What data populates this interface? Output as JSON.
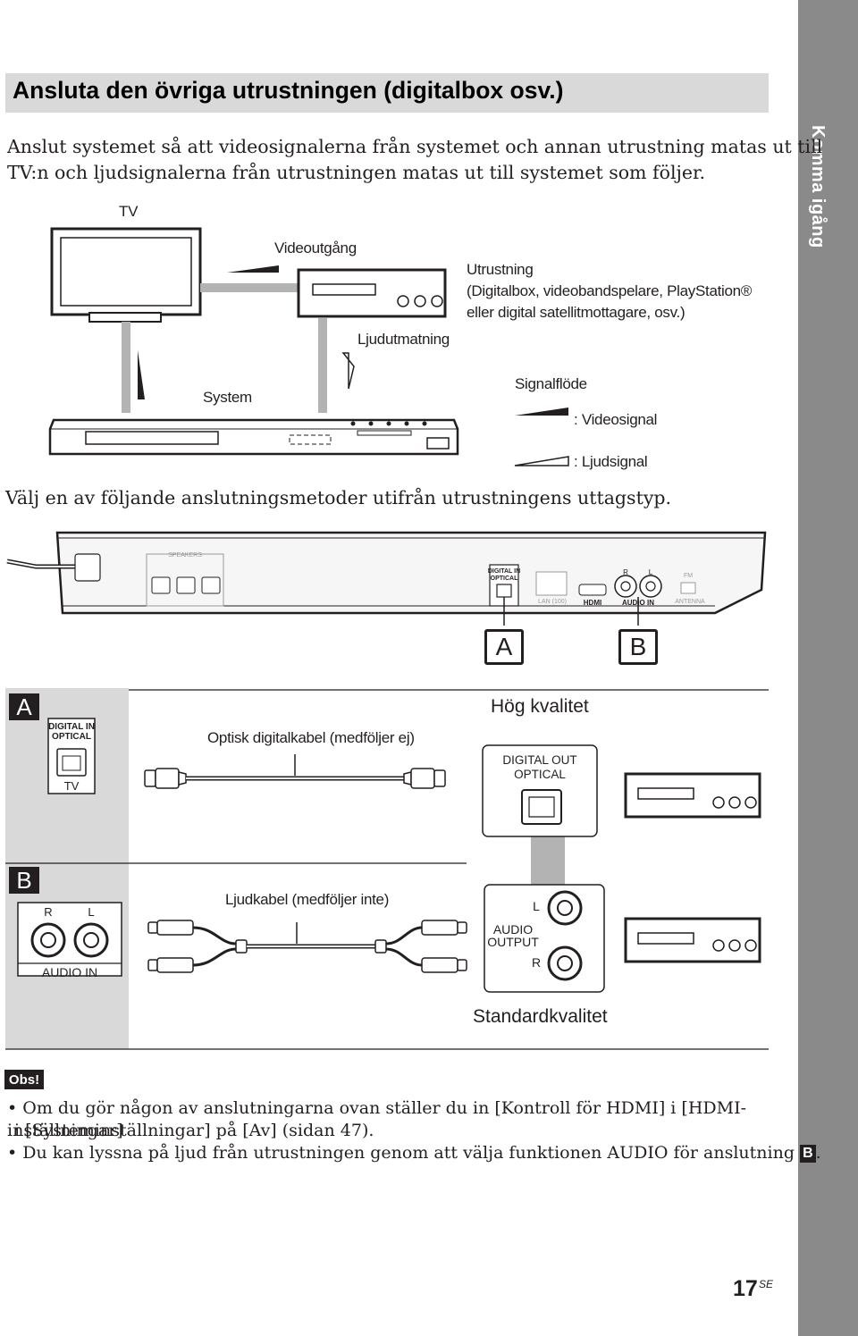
{
  "page": {
    "side_tab": "Komma igång",
    "heading": "Ansluta den övriga utrustningen (digitalbox osv.)",
    "intro_line1": "Anslut systemet så att videosignalerna från systemet och annan utrustning matas ut till",
    "intro_line2": "TV:n och ljudsignalerna från utrustningen matas ut till systemet som följer.",
    "choose_method": "Välj en av följande anslutningsmetoder utifrån utrustningens uttagstyp.",
    "page_number": "17",
    "page_suffix": "SE"
  },
  "overview": {
    "tv_label": "TV",
    "video_out_label": "Videoutgång",
    "audio_feed_label": "Ljudutmatning",
    "equipment_title": "Utrustning",
    "equipment_line2": "(Digitalbox, videobandspelare, PlayStation®",
    "equipment_line3": "eller digital satellitmottagare, osv.)",
    "system_label": "System",
    "signal_flow_title": "Signalflöde",
    "video_signal": ": Videosignal",
    "audio_signal": ": Ljudsignal"
  },
  "rear_panel": {
    "speakers_label": "SPEAKERS",
    "digital_in_label": "DIGITAL IN",
    "optical_label": "OPTICAL",
    "lan_label": "LAN (100)",
    "hdmi_label": "HDMI",
    "r_label": "R",
    "l_label": "L",
    "audio_in_label": "AUDIO IN",
    "fm_label": "FM",
    "antenna_label": "ANTENNA",
    "badge_a": "A",
    "badge_b": "B"
  },
  "section_a": {
    "letter": "A",
    "high_quality": "Hög kvalitet",
    "jack_title1": "DIGITAL IN",
    "jack_title2": "OPTICAL",
    "jack_footer": "TV",
    "cable_label": "Optisk digitalkabel (medföljer ej)",
    "out_label1": "DIGITAL OUT",
    "out_label2": "OPTICAL"
  },
  "section_b": {
    "letter": "B",
    "jack_r": "R",
    "jack_l": "L",
    "jack_footer": "AUDIO IN",
    "cable_label": "Ljudkabel (medföljer inte)",
    "out_l": "L",
    "out_audio": "AUDIO",
    "out_output": "OUTPUT",
    "out_r": "R",
    "standard_quality": "Standardkvalitet"
  },
  "notes": {
    "badge": "Obs!",
    "bullet1_line1": "Om du gör någon av anslutningarna ovan ställer du in [Kontroll för HDMI] i [HDMI-inställningar]",
    "bullet1_line2": "i [Systeminställningar] på [Av] (sidan 47).",
    "bullet2": "Du kan lyssna på ljud från utrustningen genom att välja funktionen AUDIO för anslutning",
    "bullet2_ref": "B",
    "bullet2_end": "."
  }
}
